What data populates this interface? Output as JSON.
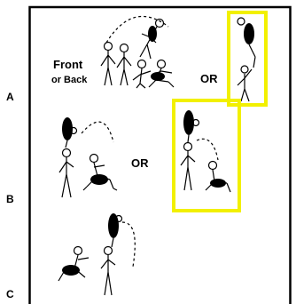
{
  "rows": {
    "a": {
      "label": "A",
      "caption_line1": "Front",
      "caption_line2": "or Back",
      "or_text": "OR"
    },
    "b": {
      "label": "B",
      "or_text": "OR"
    },
    "c": {
      "label": "C"
    }
  },
  "colors": {
    "frame": "#000000",
    "highlight": "#f2f000",
    "figure": "#000000",
    "background": "#ffffff"
  }
}
